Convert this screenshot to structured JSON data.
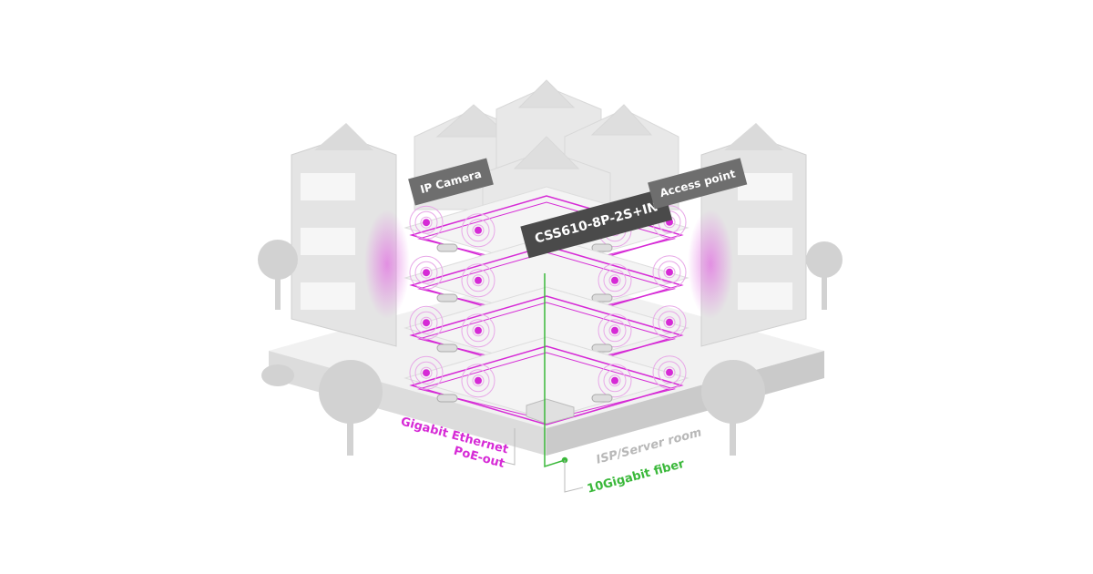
{
  "labels": {
    "ip_camera": "IP Camera",
    "switch_model": "CSS610-8P-2S+IN",
    "access_point": "Access point",
    "ethernet_line1": "Gigabit Ethernet",
    "ethernet_line2": "PoE-out",
    "server_room": "ISP/Server room",
    "fiber": "10Gigabit fiber"
  },
  "colors": {
    "ethernet": "#d62ad6",
    "fiber": "#3ab83a",
    "building": "#e6e6e6",
    "callout": "#6e6e6e"
  }
}
